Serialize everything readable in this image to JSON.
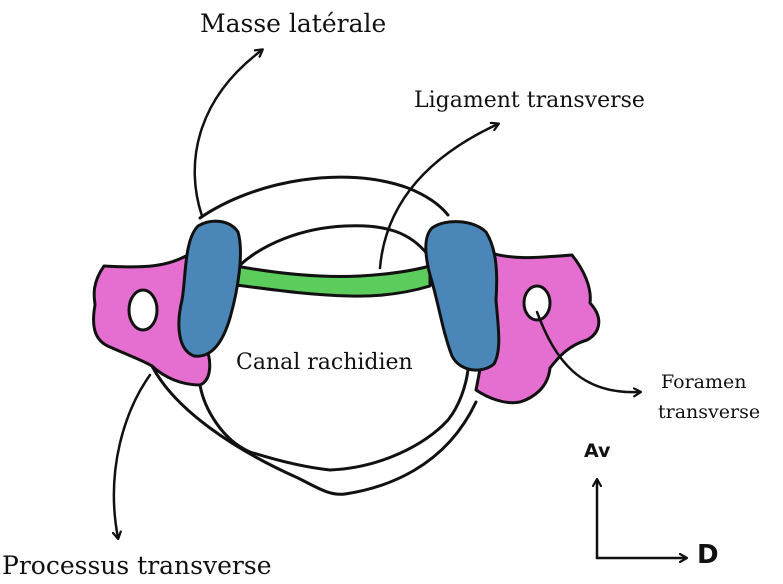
{
  "labels": {
    "lateral_mass": "Masse latérale",
    "transverse_ligament": "Ligament transverse",
    "spinal_canal": "Canal rachidien",
    "transverse_foramen_line1": "Foramen",
    "transverse_foramen_line2": "transverse",
    "transverse_process": "Processus transverse"
  },
  "orientation": {
    "anterior": "Av",
    "right": "D"
  },
  "colors": {
    "lateral_mass_fill": "#4a86b8",
    "transverse_process_fill": "#e46fd0",
    "ligament_fill": "#5ccd5c",
    "outline": "#111111"
  }
}
